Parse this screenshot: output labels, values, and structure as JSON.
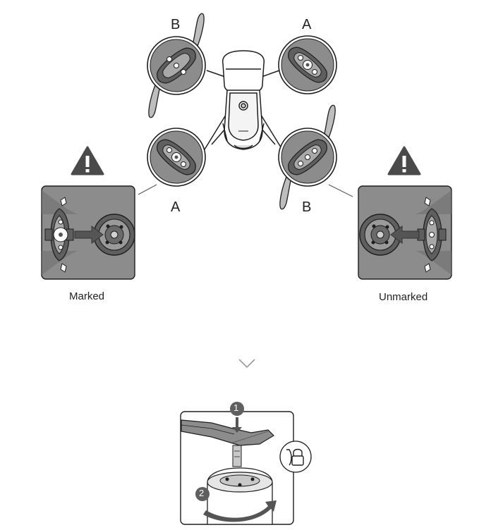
{
  "diagram": {
    "top_left_letter": "B",
    "top_right_letter": "A",
    "bottom_left_letter": "A",
    "bottom_right_letter": "B",
    "left_caption": "Marked",
    "right_caption": "Unmarked",
    "step_1": "1",
    "step_2": "2"
  },
  "colors": {
    "panel_fill": "#8c8c8c",
    "panel_dark": "#5f5f5f",
    "panel_light": "#c8c8c8",
    "stroke": "#1e1e1e",
    "warning": "#4a4a4a",
    "arrow": "#555555",
    "scroll_chevron": "#9a9a9a"
  },
  "icons": {
    "warning": "warning-triangle-icon",
    "scroll": "chevron-down-icon",
    "lock": "lock-icon"
  }
}
